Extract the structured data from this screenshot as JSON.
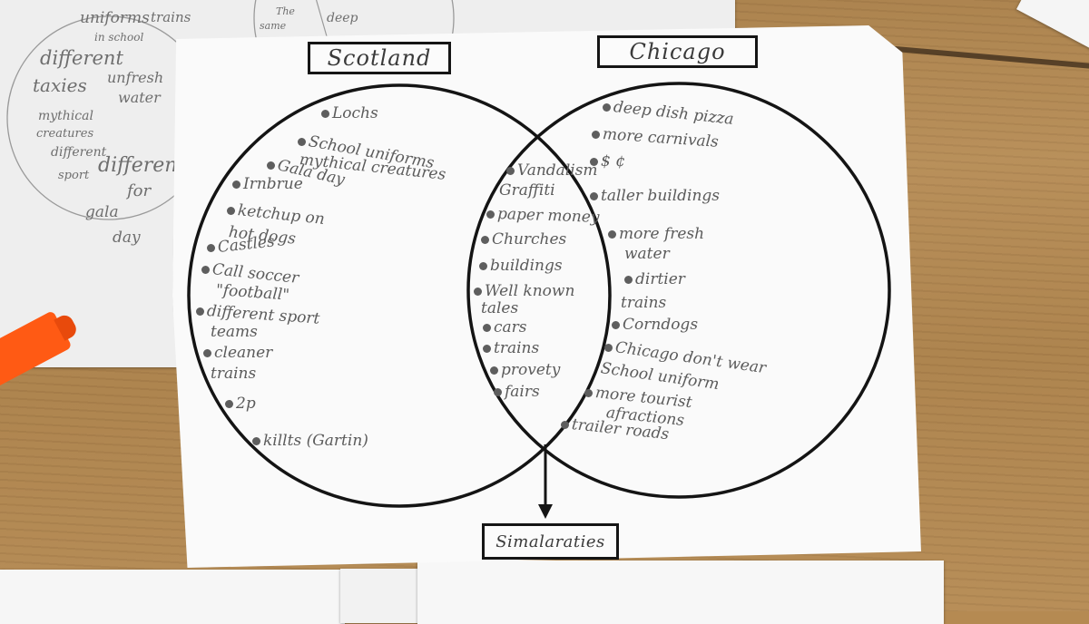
{
  "sets": {
    "left": {
      "title": "Scotland"
    },
    "right": {
      "title": "Chicago"
    },
    "bottom": {
      "title": "Simalaraties"
    }
  },
  "left_items": [
    {
      "text": "Lochs",
      "dot": true
    },
    {
      "text": "School uniforms",
      "dot": true
    },
    {
      "text": "mythical creatures",
      "dot": false
    },
    {
      "text": "Gala day",
      "dot": true
    },
    {
      "text": "Irnbrue",
      "dot": true
    },
    {
      "text": "ketchup on",
      "dot": true
    },
    {
      "text": "hot dogs",
      "dot": false
    },
    {
      "text": "Castles",
      "dot": true
    },
    {
      "text": "Call soccer",
      "dot": true
    },
    {
      "text": "\"football\"",
      "dot": false
    },
    {
      "text": "different sport",
      "dot": true
    },
    {
      "text": "teams",
      "dot": false
    },
    {
      "text": "cleaner",
      "dot": true
    },
    {
      "text": "trains",
      "dot": false
    },
    {
      "text": "2p",
      "dot": true
    },
    {
      "text": "killts (Gartin)",
      "dot": true
    }
  ],
  "middle_items": [
    {
      "text": "Vandalism",
      "dot": true
    },
    {
      "text": "Graffiti",
      "dot": false
    },
    {
      "text": "paper money",
      "dot": true
    },
    {
      "text": "Churches",
      "dot": true
    },
    {
      "text": "buildings",
      "dot": true
    },
    {
      "text": "Well known",
      "dot": true
    },
    {
      "text": "tales",
      "dot": false
    },
    {
      "text": "cars",
      "dot": true
    },
    {
      "text": "trains",
      "dot": true
    },
    {
      "text": "provety",
      "dot": true
    },
    {
      "text": "fairs",
      "dot": true
    }
  ],
  "right_items": [
    {
      "text": "deep dish pizza",
      "dot": true
    },
    {
      "text": "more carnivals",
      "dot": true
    },
    {
      "text": "$ ¢",
      "dot": true
    },
    {
      "text": "taller buildings",
      "dot": true
    },
    {
      "text": "more fresh",
      "dot": true
    },
    {
      "text": "water",
      "dot": false
    },
    {
      "text": "dirtier",
      "dot": true
    },
    {
      "text": "trains",
      "dot": false
    },
    {
      "text": "Corndogs",
      "dot": true
    },
    {
      "text": "Chicago don't wear",
      "dot": true
    },
    {
      "text": "School uniform",
      "dot": false
    },
    {
      "text": "more tourist",
      "dot": true
    },
    {
      "text": "afractions",
      "dot": false
    },
    {
      "text": "trailer roads",
      "dot": true
    }
  ],
  "background_sheet": [
    "uniforms",
    "trains",
    "in school",
    "different",
    "unfresh",
    "taxies",
    "water",
    "mythical",
    "creatures",
    "different",
    "different",
    "sport",
    "for",
    "gala",
    "day",
    "The",
    "same",
    "deep"
  ]
}
